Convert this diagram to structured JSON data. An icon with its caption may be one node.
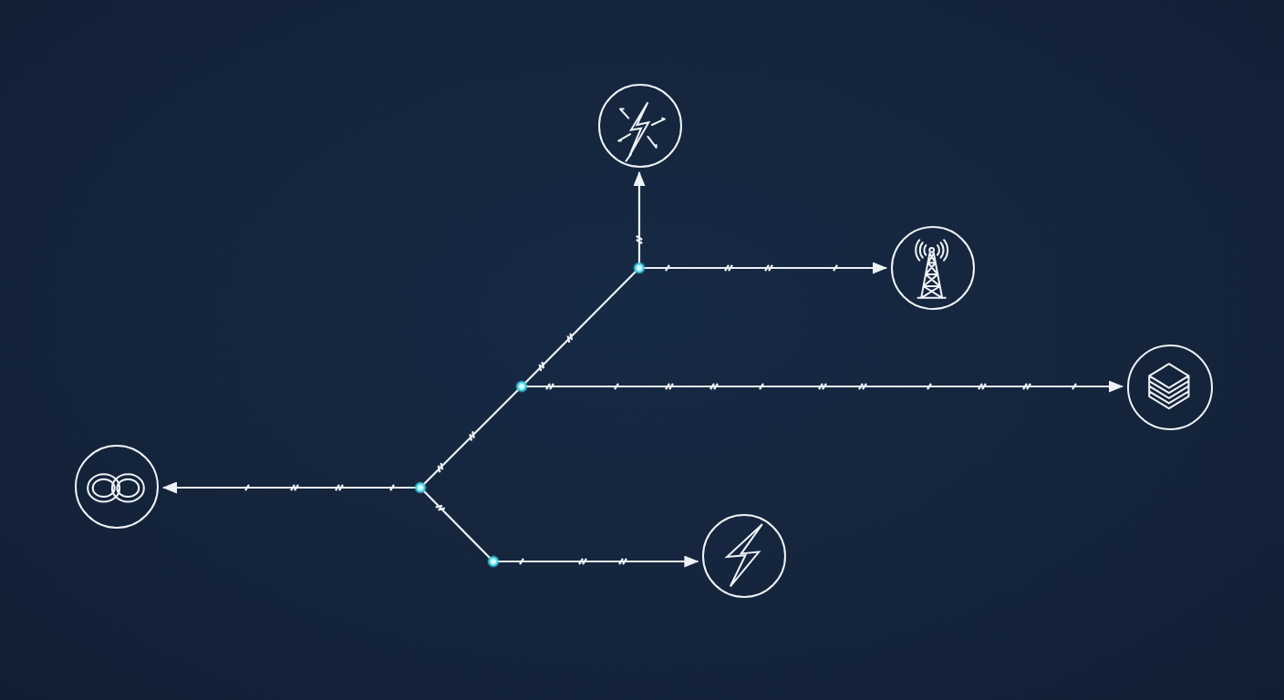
{
  "diagram": {
    "nodes": [
      {
        "text": [],
        "shape": "circle"
      },
      {
        "text": [],
        "shape": "dot"
      },
      {
        "text": [],
        "shape": "circle"
      },
      {
        "text": [],
        "shape": "dot"
      },
      {
        "text": [],
        "shape": "circle"
      },
      {
        "text": [],
        "shape": "circle"
      },
      {
        "text": [],
        "shape": "dot"
      },
      {
        "text": [],
        "shape": "dot"
      },
      {
        "text": [],
        "shape": "circle"
      }
    ],
    "edges": [
      {
        "from": 1,
        "to": 0,
        "arrow": "to"
      },
      {
        "from": 1,
        "to": 2,
        "arrow": "to"
      },
      {
        "from": 3,
        "to": 1,
        "arrow": "none"
      },
      {
        "from": 3,
        "to": 4,
        "arrow": "to"
      },
      {
        "from": 6,
        "to": 5,
        "arrow": "to"
      },
      {
        "from": 6,
        "to": 3,
        "arrow": "none"
      },
      {
        "from": 6,
        "to": 7,
        "arrow": "none"
      },
      {
        "from": 7,
        "to": 8,
        "arrow": "to"
      }
    ]
  }
}
